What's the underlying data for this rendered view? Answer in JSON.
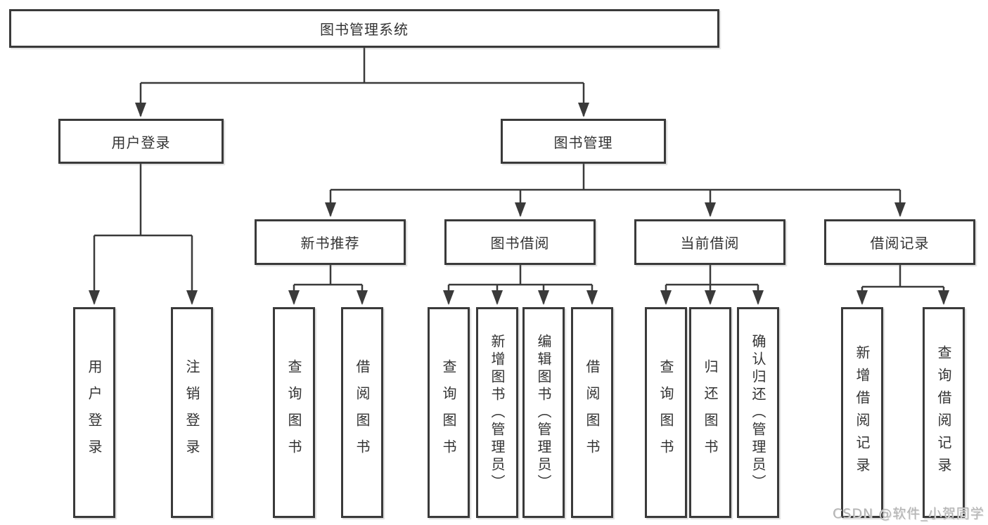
{
  "diagram": {
    "root": "图书管理系统",
    "level2": [
      "用户登录",
      "图书管理"
    ],
    "level3": [
      "新书推荐",
      "图书借阅",
      "当前借阅",
      "借阅记录"
    ],
    "leaves": {
      "user": [
        "用户登录",
        "注销登录"
      ],
      "newbook": [
        "查询图书",
        "借阅图书"
      ],
      "borrow": [
        "查询图书",
        "新增图书（管理员）",
        "编辑图书（管理员）",
        "借阅图书"
      ],
      "current": [
        "查询图书",
        "归还图书",
        "确认归还（管理员）"
      ],
      "records": [
        "新增借阅记录",
        "查询借阅记录"
      ]
    }
  },
  "watermark": "CSDN @软件_小贺同学",
  "colors": {
    "line": "#3a3a3a",
    "box_border": "#3a3a3a",
    "text": "#333333",
    "background": "#ffffff",
    "watermark": "#b3b3b3"
  }
}
